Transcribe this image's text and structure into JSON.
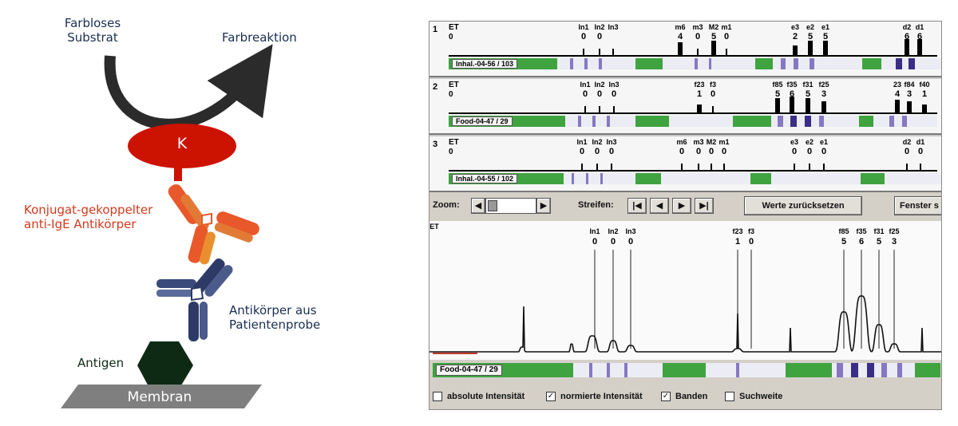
{
  "diagram": {
    "substrate_label": "Farbloses\nSubstrat",
    "reaction_label": "Farbreaktion",
    "enzyme_label": "K",
    "conjugate_label": "Konjugat-gekoppelter\nanti-IgE Antikörper",
    "patient_antibody_label": "Antikörper aus\nPatientenprobe",
    "antigen_label": "Antigen",
    "membrane_label": "Membran",
    "colors": {
      "enzyme": "#cc1200",
      "conjugate_antibody": "#e8582a",
      "patient_antibody": "#2d3a66",
      "antigen": "#0f2a14",
      "membrane": "#7f7f7f",
      "arrow": "#2b2b2b"
    }
  },
  "software": {
    "strips": [
      {
        "number": "1",
        "et_label": "ET",
        "et_value": "0",
        "sample_label": "Inhal.-04-56 / 103",
        "peaks": [
          {
            "label": "In1",
            "value": "0"
          },
          {
            "label": "In2",
            "value": "0"
          },
          {
            "label": "In3",
            "value": ""
          },
          {
            "label": "m6",
            "value": "4"
          },
          {
            "label": "m3",
            "value": "0"
          },
          {
            "label": "M2",
            "value": "5"
          },
          {
            "label": "m1",
            "value": "0"
          },
          {
            "label": "e3",
            "value": "2"
          },
          {
            "label": "e2",
            "value": "5"
          },
          {
            "label": "e1",
            "value": "5"
          },
          {
            "label": "d2",
            "value": "6"
          },
          {
            "label": "d1",
            "value": "6"
          }
        ]
      },
      {
        "number": "2",
        "et_label": "ET",
        "et_value": "0",
        "sample_label": "Food-04-47 / 29",
        "peaks": [
          {
            "label": "In1",
            "value": "0"
          },
          {
            "label": "In2",
            "value": "0"
          },
          {
            "label": "In3",
            "value": "0"
          },
          {
            "label": "f23",
            "value": "1"
          },
          {
            "label": "f3",
            "value": "0"
          },
          {
            "label": "f85",
            "value": "5"
          },
          {
            "label": "f35",
            "value": "6"
          },
          {
            "label": "f31",
            "value": "5"
          },
          {
            "label": "f25",
            "value": "3"
          },
          {
            "label": "23",
            "value": "4"
          },
          {
            "label": "f84",
            "value": "3"
          },
          {
            "label": "f40",
            "value": "1"
          }
        ]
      },
      {
        "number": "3",
        "et_label": "ET",
        "et_value": "0",
        "sample_label": "Inhal.-04-55 / 102",
        "peaks": [
          {
            "label": "In1",
            "value": "0"
          },
          {
            "label": "In2",
            "value": "0"
          },
          {
            "label": "In3",
            "value": "0"
          },
          {
            "label": "m6",
            "value": "0"
          },
          {
            "label": "m3",
            "value": "0"
          },
          {
            "label": "M2",
            "value": "0"
          },
          {
            "label": "m1",
            "value": "0"
          },
          {
            "label": "e3",
            "value": "0"
          },
          {
            "label": "e2",
            "value": "0"
          },
          {
            "label": "e1",
            "value": "0"
          },
          {
            "label": "d2",
            "value": "0"
          },
          {
            "label": "d1",
            "value": "0"
          }
        ]
      }
    ],
    "toolbar": {
      "zoom_label": "Zoom:",
      "zoom_left": "◀",
      "zoom_right": "▶",
      "strip_label": "Streifen:",
      "nav_first": "|◀",
      "nav_prev": "◀",
      "nav_next": "▶",
      "nav_last": "▶|",
      "reset_button": "Werte zurücksetzen",
      "window_button": "Fenster s"
    },
    "plot": {
      "et_label": "ET",
      "sample_label": "Food-04-47 / 29",
      "peaks": [
        {
          "label": "In1",
          "value": "0"
        },
        {
          "label": "In2",
          "value": "0"
        },
        {
          "label": "In3",
          "value": "0"
        },
        {
          "label": "f23",
          "value": "1"
        },
        {
          "label": "f3",
          "value": "0"
        },
        {
          "label": "f85",
          "value": "5"
        },
        {
          "label": "f35",
          "value": "6"
        },
        {
          "label": "f31",
          "value": "5"
        },
        {
          "label": "f25",
          "value": "3"
        }
      ]
    },
    "checkboxes": [
      {
        "label": "absolute Intensität",
        "checked": false
      },
      {
        "label": "normierte Intensität",
        "checked": true
      },
      {
        "label": "Banden",
        "checked": true
      },
      {
        "label": "Suchweite",
        "checked": false
      }
    ],
    "colors": {
      "strip_green": "#3fa340",
      "band_purple": "#7464b8",
      "band_dark": "#3a2d86",
      "window_gray": "#d4d0c8"
    }
  }
}
